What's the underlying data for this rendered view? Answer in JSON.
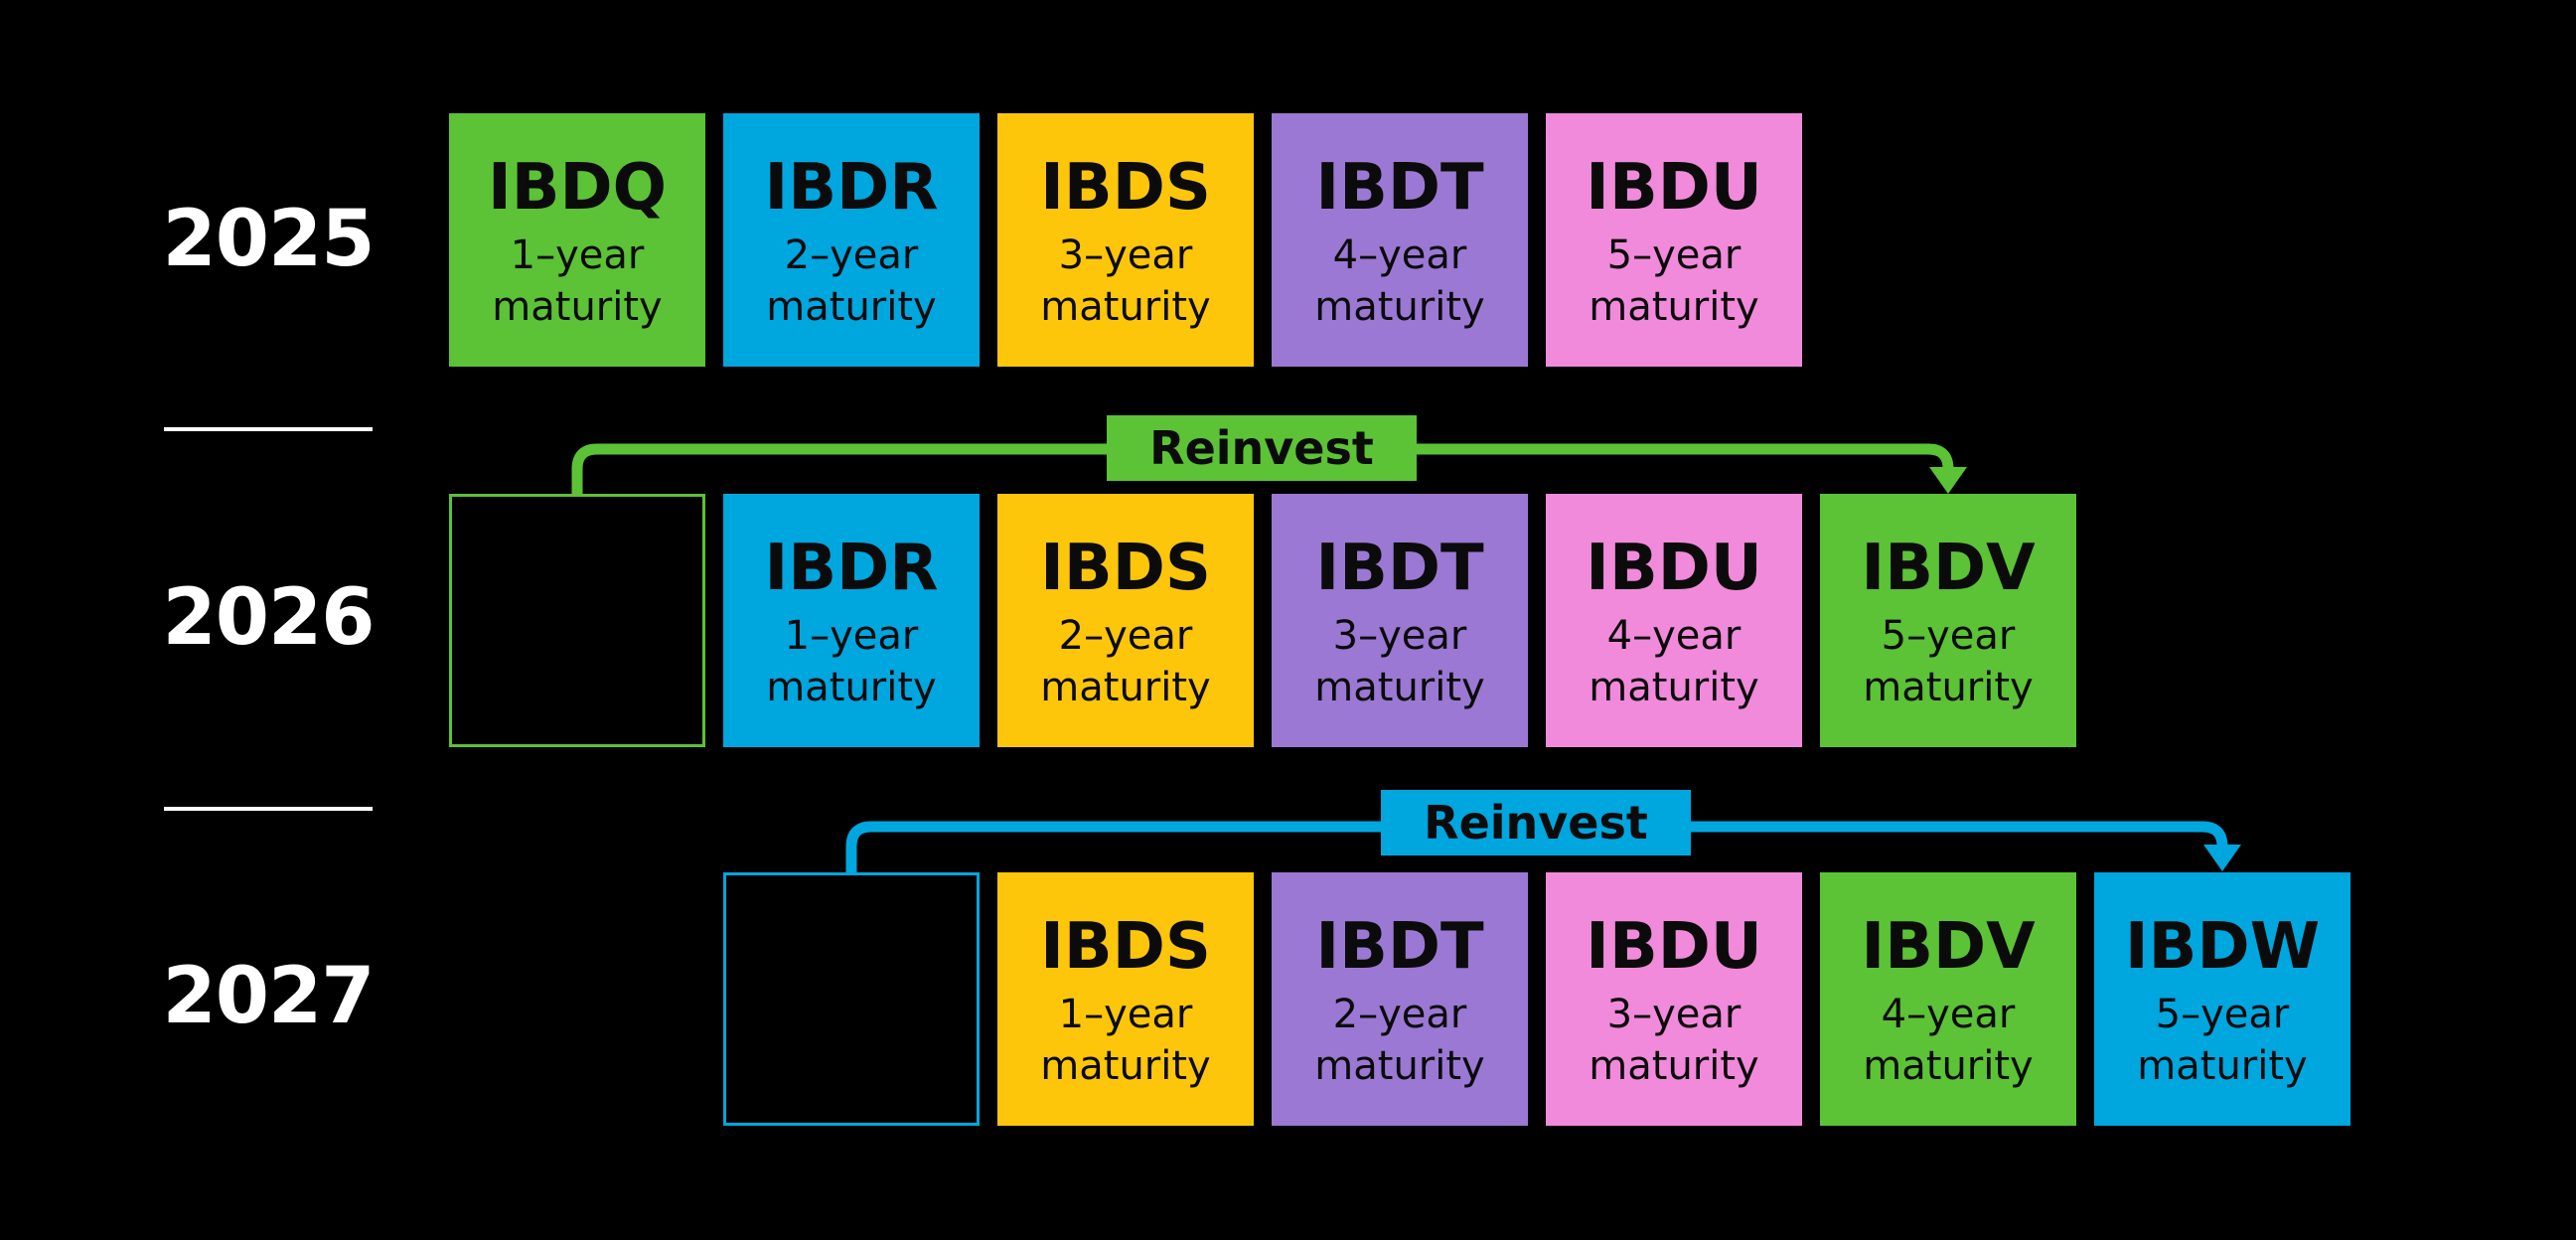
{
  "colors": {
    "green": "#5CC236",
    "blue": "#00A6DE",
    "yellow": "#FDC60B",
    "purple": "#9B78D3",
    "pink": "#F18ADB",
    "white": "#FFFFFF",
    "ink": "#0B0B0B",
    "background": "#000000"
  },
  "rows": [
    {
      "year": "2025",
      "boxes": [
        {
          "ticker": "IBDQ",
          "color": "green",
          "lines": [
            "1–year",
            "maturity"
          ]
        },
        {
          "ticker": "IBDR",
          "color": "blue",
          "lines": [
            "2–year",
            "maturity"
          ]
        },
        {
          "ticker": "IBDS",
          "color": "yellow",
          "lines": [
            "3–year",
            "maturity"
          ]
        },
        {
          "ticker": "IBDT",
          "color": "purple",
          "lines": [
            "4–year",
            "maturity"
          ]
        },
        {
          "ticker": "IBDU",
          "color": "pink",
          "lines": [
            "5–year",
            "maturity"
          ]
        }
      ]
    },
    {
      "year": "2026",
      "empty_box_outline": "green",
      "boxes": [
        {
          "ticker": "IBDR",
          "color": "blue",
          "lines": [
            "1–year",
            "maturity"
          ]
        },
        {
          "ticker": "IBDS",
          "color": "yellow",
          "lines": [
            "2–year",
            "maturity"
          ]
        },
        {
          "ticker": "IBDT",
          "color": "purple",
          "lines": [
            "3–year",
            "maturity"
          ]
        },
        {
          "ticker": "IBDU",
          "color": "pink",
          "lines": [
            "4–year",
            "maturity"
          ]
        },
        {
          "ticker": "IBDV",
          "color": "green",
          "lines": [
            "5–year",
            "maturity"
          ]
        }
      ]
    },
    {
      "year": "2027",
      "empty_box_outline": "blue",
      "boxes": [
        {
          "ticker": "IBDS",
          "color": "yellow",
          "lines": [
            "1–year",
            "maturity"
          ]
        },
        {
          "ticker": "IBDT",
          "color": "purple",
          "lines": [
            "2–year",
            "maturity"
          ]
        },
        {
          "ticker": "IBDU",
          "color": "pink",
          "lines": [
            "3–year",
            "maturity"
          ]
        },
        {
          "ticker": "IBDV",
          "color": "green",
          "lines": [
            "4–year",
            "maturity"
          ]
        },
        {
          "ticker": "IBDW",
          "color": "blue",
          "lines": [
            "5–year",
            "maturity"
          ]
        }
      ]
    }
  ],
  "arrows": [
    {
      "label": "Reinvest",
      "color": "green"
    },
    {
      "label": "Reinvest",
      "color": "blue"
    }
  ]
}
